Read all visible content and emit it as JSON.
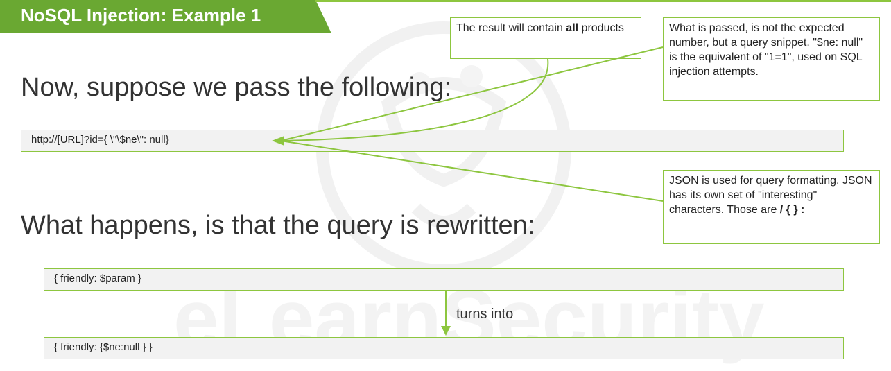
{
  "title": "NoSQL Injection: Example 1",
  "heading1": "Now, suppose we pass the following:",
  "heading2": "What happens, is that the query is rewritten:",
  "code": {
    "url": "http://[URL]?id={ \\\"\\$ne\\\": null}",
    "before": "{ friendly: $param }",
    "after": "{ friendly: {$ne:null } }"
  },
  "connector_label": "turns into",
  "callouts": {
    "result_before": "The result will contain ",
    "result_bold": "all",
    "result_after": " products",
    "passed": "What is passed, is not the expected number, but a query snippet. \"$ne: null\" is the equivalent of \"1=1\", used on SQL injection attempts.",
    "json_text": "JSON is used for query formatting. JSON has its own set of \"interesting\" characters. Those are ",
    "json_chars": " / { } :"
  },
  "colors": {
    "accent": "#8dc63f",
    "title_bar": "#6aa832",
    "code_bg": "#f2f2f2"
  },
  "watermark_icon": "elearnsecurity-logo-watermark"
}
